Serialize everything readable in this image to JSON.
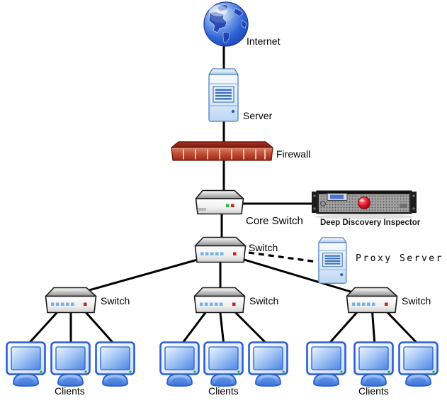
{
  "diagram": {
    "type": "network-topology",
    "background": "#ffffff",
    "labels": {
      "internet": "Internet",
      "server": "Server",
      "firewall": "Firewall",
      "core_switch": "Core Switch",
      "deep_discovery_inspector": "Deep Discovery Inspector",
      "distribution_switch": "Switch",
      "proxy_server": "Proxy Server",
      "access_switch_left": "Switch",
      "access_switch_middle": "Switch",
      "access_switch_right": "Switch",
      "clients_left": "Clients",
      "clients_middle": "Clients",
      "clients_right": "Clients"
    },
    "connections": [
      {
        "from": "internet",
        "to": "server",
        "style": "solid"
      },
      {
        "from": "server",
        "to": "firewall",
        "style": "solid"
      },
      {
        "from": "firewall",
        "to": "core_switch",
        "style": "solid"
      },
      {
        "from": "core_switch",
        "to": "deep_discovery_inspector",
        "style": "solid"
      },
      {
        "from": "core_switch",
        "to": "distribution_switch",
        "style": "solid"
      },
      {
        "from": "distribution_switch",
        "to": "proxy_server",
        "style": "dashed"
      },
      {
        "from": "distribution_switch",
        "to": "access_switch_left",
        "style": "solid"
      },
      {
        "from": "distribution_switch",
        "to": "access_switch_middle",
        "style": "solid"
      },
      {
        "from": "distribution_switch",
        "to": "access_switch_right",
        "style": "solid"
      },
      {
        "from": "access_switch_left",
        "to": "clients_left",
        "style": "solid",
        "count": 3
      },
      {
        "from": "access_switch_middle",
        "to": "clients_middle",
        "style": "solid",
        "count": 3
      },
      {
        "from": "access_switch_right",
        "to": "clients_right",
        "style": "solid",
        "count": 3
      }
    ],
    "colors": {
      "line": "#000000",
      "globe_blue": "#2f64d6",
      "firewall_red": "#9e2714",
      "switch_led_blue": "#74b2ea",
      "switch_led_red": "#cc2222",
      "switch_led_green": "#3cb53c",
      "monitor_blue": "#2b5fd0",
      "appliance_body": "#242424",
      "appliance_logo_red": "#e01828"
    }
  }
}
